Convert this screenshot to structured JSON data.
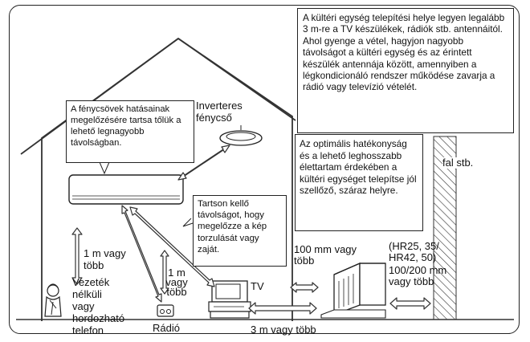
{
  "notes": {
    "outdoor_unit_placement": "A kültéri egység telepítési helye legyen legalább 3 m-re a TV készülékek, rádiók stb. antennáitól. Ahol gyenge a vétel, hagyjon nagyobb távolságot a kültéri egység és az érintett készülék antennája között, amennyiben a légkondicionáló rendszer működése zavarja a rádió vagy televízió vételét.",
    "fluorescent_lamps": "A fénycsövek hatásainak megelőzésére tartsa tőlük a lehető legnagyobb távolságban.",
    "interference_distance": "Tartson kellő távolságot, hogy megelőzze a kép torzulását vagy zaját.",
    "ventilated_location": "Az optimális hatékonyság és a lehető leghosszabb élettartam érdekében a kültéri egységet telepítse jól szellőző, száraz helyre."
  },
  "labels": {
    "inverter_lamp": "Inverteres fénycső",
    "wall": "fal stb.",
    "phone_distance": "1 m vagy több",
    "phone": "Vezeték nélküli vagy hordozható telefon",
    "radio_distance": "1 m vagy több",
    "radio": "Rádió",
    "tv": "TV",
    "outdoor_distance": "3 m vagy több",
    "wall_gap": "100 mm vagy több",
    "models": "(HR25, 35/ HR42, 50)",
    "rear_gap": "100/200 mm vagy több"
  }
}
